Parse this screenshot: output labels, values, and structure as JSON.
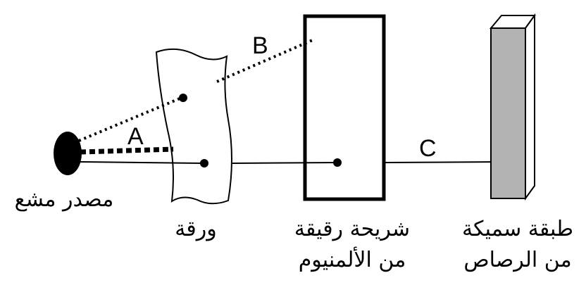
{
  "labels": {
    "source": "مصدر مشع",
    "paper": "ورقة",
    "aluminum_line1": "شريحة رقيقة",
    "aluminum_line2": "من الألمنيوم",
    "lead_line1": "طبقة سميكة",
    "lead_line2": "من الرصاص"
  },
  "rays": {
    "a": "A",
    "b": "B",
    "c": "C"
  },
  "colors": {
    "ink": "#000000",
    "lead_front": "#b3b3b3",
    "lead_side": "#ffffff"
  }
}
